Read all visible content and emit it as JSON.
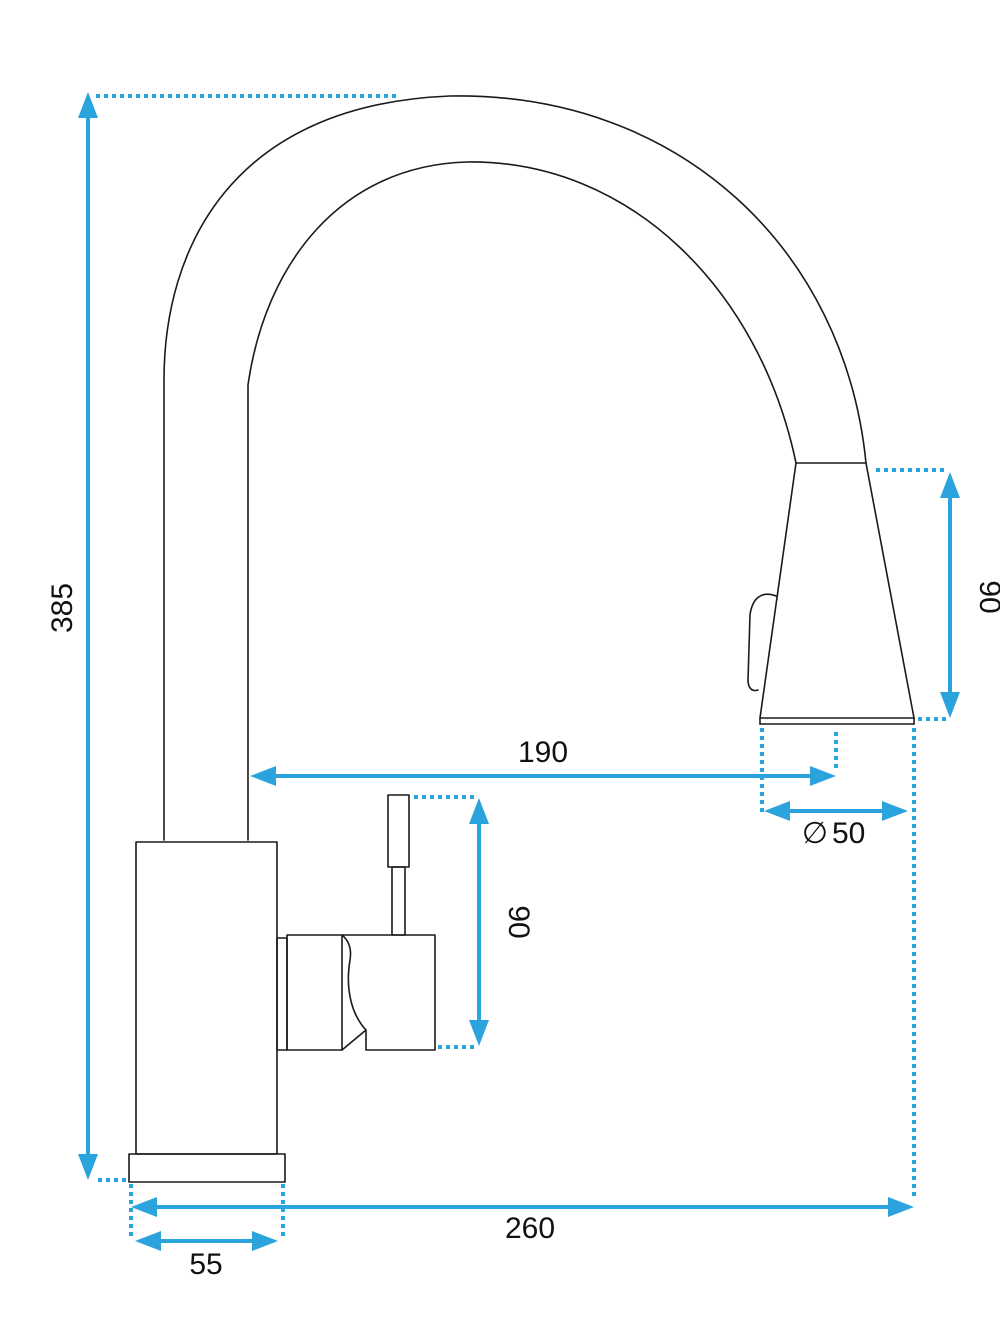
{
  "diagram": {
    "colors": {
      "dimension": "#2ba3dc",
      "outline": "#1a1a1a"
    },
    "dimensions": {
      "total_height": "385",
      "spray_head_height": "90",
      "spout_reach": "190",
      "spray_head_diameter": "50",
      "diameter_symbol": "∅",
      "handle_height": "90",
      "total_reach": "260",
      "base_width": "55"
    }
  }
}
